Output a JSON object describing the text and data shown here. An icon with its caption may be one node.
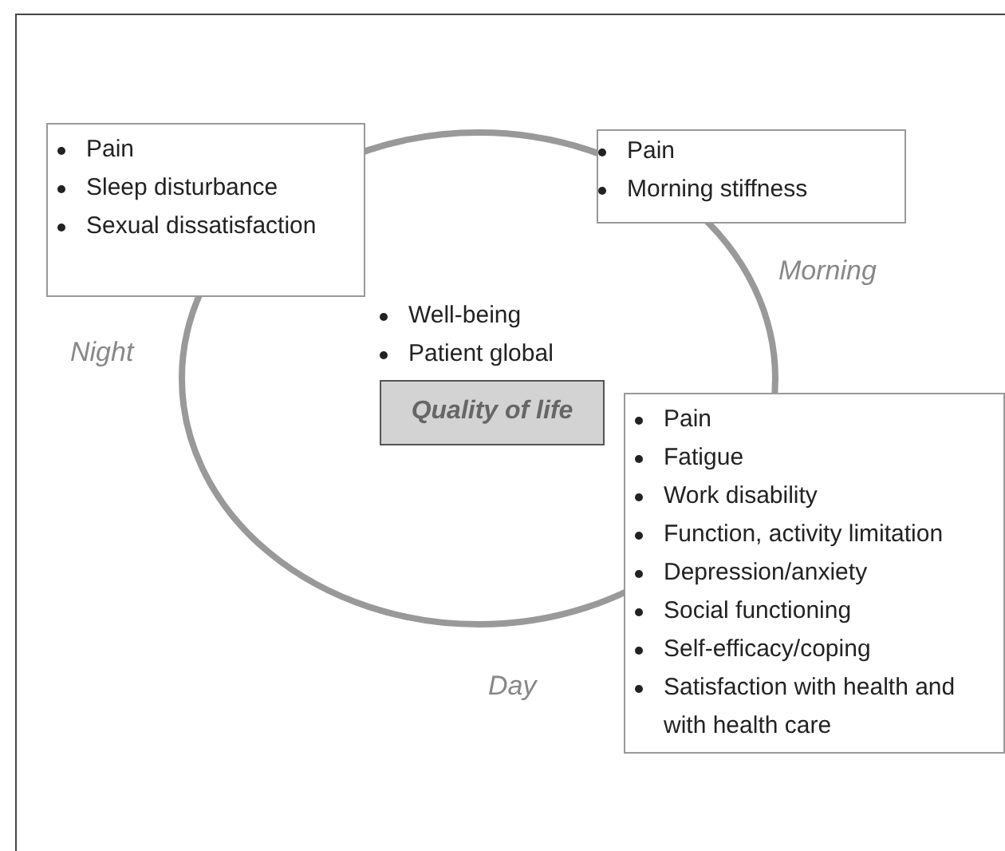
{
  "diagram": {
    "nodes": [
      {
        "text": [
          "Pain",
          "Sleep disturbance",
          "Sexual dissatisfaction"
        ]
      },
      {
        "text": [
          "Pain",
          "Morning stiffness"
        ]
      },
      {
        "text": [
          "Quality of life"
        ]
      },
      {
        "text": [
          "Pain",
          "Fatigue",
          "Work disability",
          "Function, activity limitation",
          "Depression/anxiety",
          "Social functioning",
          "Self-efficacy/coping",
          "Satisfaction with health and with health care"
        ]
      }
    ],
    "edges": [],
    "labels": [
      "Morning",
      "Well-being",
      "Night",
      "Patient global",
      "Day"
    ]
  }
}
